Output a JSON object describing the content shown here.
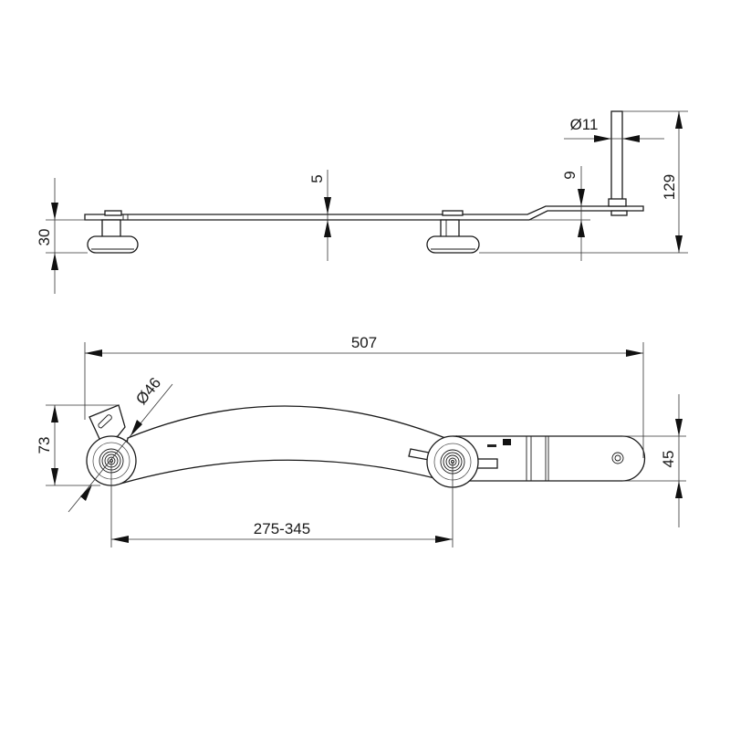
{
  "drawing": {
    "background": "#ffffff",
    "line_color": "#1a1a1a",
    "side_view": {
      "dimensions": {
        "height_left": "30",
        "thickness_plate": "5",
        "offset_end": "9",
        "pin_diameter": "Ø11",
        "total_height": "129"
      }
    },
    "top_view": {
      "dimensions": {
        "overall_length": "507",
        "wheel_diameter": "Ø46",
        "height_left": "73",
        "end_width": "45",
        "wheel_spacing": "275-345"
      }
    }
  }
}
